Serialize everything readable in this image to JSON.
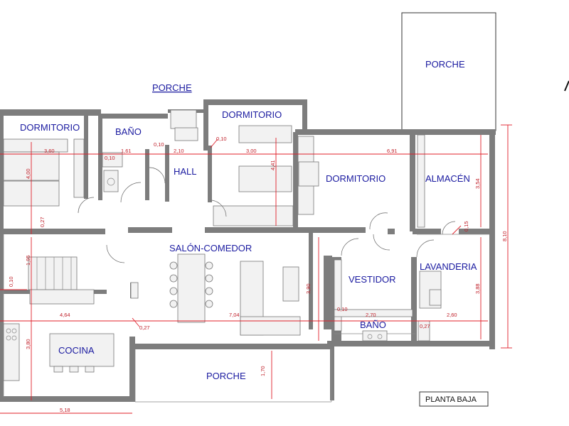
{
  "rooms": {
    "porche_top_right": "PORCHE",
    "porche_small": "PORCHE",
    "dormitorio_1": "DORMITORIO",
    "bano_1": "BAÑO",
    "hall": "HALL",
    "dormitorio_2": "DORMITORIO",
    "dormitorio_3": "DORMITORIO",
    "almacen": "ALMACÉN",
    "salon_comedor": "SALÓN-COMEDOR",
    "vestidor": "VESTIDOR",
    "lavanderia": "LAVANDERIA",
    "bano_2": "BAÑO",
    "cocina": "COCINA",
    "porche_bottom": "PORCHE"
  },
  "dimensions": {
    "d_360": "3,60",
    "d_010_a": "0,10",
    "d_161": "1,61",
    "d_010_b": "0,10",
    "d_210": "2,10",
    "d_010_c": "0,10",
    "d_300": "3,00",
    "d_691": "6,91",
    "d_400": "4,00",
    "d_441": "4,41",
    "d_354": "3,54",
    "d_810": "8,10",
    "d_027_a": "0,27",
    "d_015": "0,15",
    "d_195": "1,95",
    "d_010_d": "0,10",
    "d_464": "4,64",
    "d_704": "7,04",
    "d_390": "3,90",
    "d_388": "3,88",
    "d_010_e": "0,10",
    "d_270": "2,70",
    "d_027_b": "0,27",
    "d_260": "2,60",
    "d_027_c": "0,27",
    "d_380": "3,80",
    "d_170": "1,70",
    "d_518": "5,18"
  },
  "title": "PLANTA BAJA"
}
